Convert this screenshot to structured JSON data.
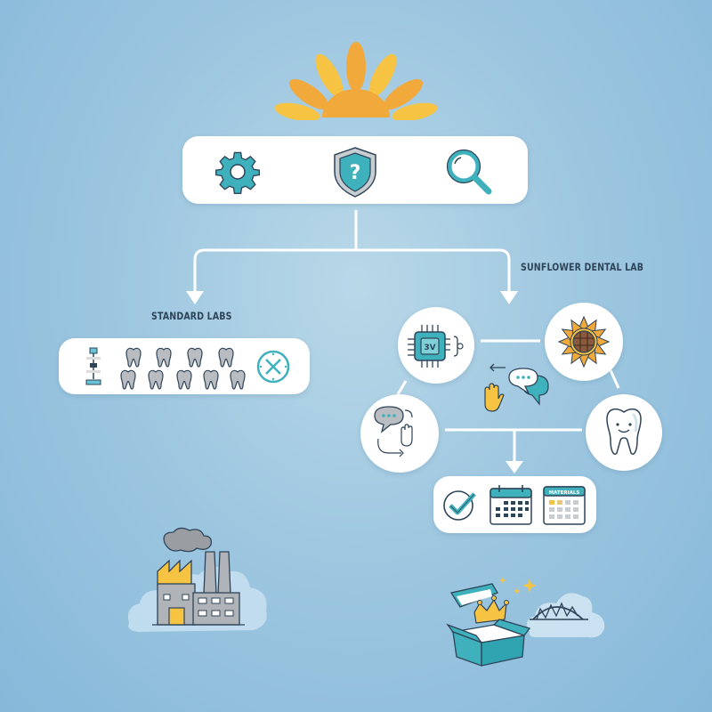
{
  "colors": {
    "background": "#9ec7e0",
    "accent_teal": "#3fb1bd",
    "sun_orange": "#f2a93b",
    "sun_yellow": "#f6c343",
    "outline_dark": "#2e4458",
    "tooth_gray": "#b9bcc0",
    "card_white": "#ffffff"
  },
  "header": {
    "logo": "sunflower-sun-icon",
    "toolbar": {
      "items": [
        {
          "icon": "gear-icon",
          "name": "settings"
        },
        {
          "icon": "shield-question-icon",
          "name": "security-help"
        },
        {
          "icon": "search-icon",
          "name": "search"
        }
      ]
    }
  },
  "branches": {
    "left": {
      "label": "STANDARD LABS",
      "card_icons": [
        "lab-press-icon",
        "tooth-icon x9",
        "x-circle-icon"
      ],
      "tooth_count": 9,
      "footer_icon": "factory-pollution-icon"
    },
    "right": {
      "label": "SUNFLOWER DENTAL LAB",
      "chip_text": "3V",
      "nodes": [
        {
          "icon": "chip-icon",
          "name": "digital-processing"
        },
        {
          "icon": "sunflower-icon",
          "name": "sunflower-brand"
        },
        {
          "icon": "chat-hand-icon",
          "name": "communication"
        },
        {
          "icon": "happy-tooth-icon",
          "name": "smile-tooth"
        }
      ],
      "center_icons": [
        "hand-icon",
        "chat-bubbles-icon",
        "arrow-left-icon"
      ],
      "result_card": {
        "icons": [
          "checkmark-circle-icon",
          "calendar-icon",
          "materials-calendar-icon"
        ],
        "materials_label": "MATERIALS"
      },
      "footer_icon": "crown-box-bridge-icon"
    }
  }
}
